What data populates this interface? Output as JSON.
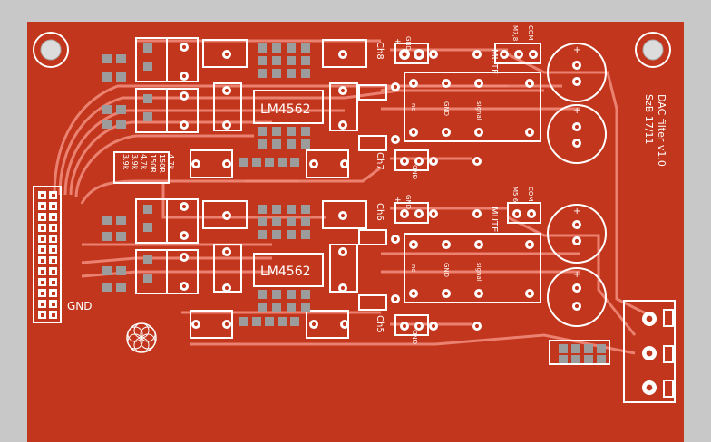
{
  "board": {
    "title": "DAC filter v1.0",
    "author": "SzB 17/11",
    "ic_label": "LM4562",
    "gnd_label": "GND",
    "mute_label": "MUTE",
    "values": [
      "4.7k",
      "150R",
      "150R",
      "4.7k",
      "3.9k",
      "3.9k"
    ],
    "channels": {
      "ch8": "Ch8",
      "ch7": "Ch7",
      "ch6": "Ch6",
      "ch5": "Ch5"
    },
    "relay_labels": {
      "nc": "nc",
      "gnd": "GND",
      "signal": "signal"
    },
    "header_labels": {
      "plus": "+",
      "gnd": "GND",
      "com": "COM",
      "m78": "M7,8",
      "m56": "M5,6"
    }
  },
  "colors": {
    "board": "#c1361c",
    "silkscreen": "#ffffff",
    "trace": "#f08a7a",
    "background": "#c8c8c8",
    "pad": "#9c9c9c"
  }
}
